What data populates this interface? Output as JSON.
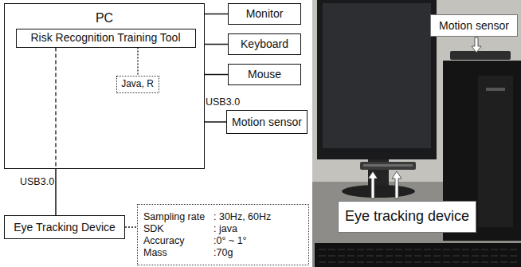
{
  "diagram": {
    "nodes": [
      {
        "text": [
          "PC"
        ]
      },
      {
        "text": [
          "Risk Recognition Training Tool"
        ],
        "in": 0
      },
      {
        "text": [
          "Java, R"
        ],
        "in": 0
      },
      {
        "text": [
          "Monitor"
        ]
      },
      {
        "text": [
          "Keyboard"
        ]
      },
      {
        "text": [
          "Mouse"
        ]
      },
      {
        "text": [
          "Motion sensor"
        ]
      },
      {
        "text": [
          "Eye Tracking Device"
        ]
      },
      {
        "text": [
          "Sampling rate",
          ": 30Hz, 60Hz",
          "SDK",
          ": java",
          "Accuracy",
          ":0° ~ 1°",
          "Mass",
          ":70g"
        ]
      },
      {
        "text": [
          "Motion sensor"
        ]
      },
      {
        "text": [
          "Eye tracking device"
        ]
      }
    ],
    "edges": [
      {
        "from": 0,
        "to": 3,
        "arrow": "none"
      },
      {
        "from": 0,
        "to": 4,
        "arrow": "none"
      },
      {
        "from": 0,
        "to": 5,
        "arrow": "none"
      },
      {
        "from": 0,
        "to": 6,
        "label": "USB3.0",
        "arrow": "none"
      },
      {
        "from": 1,
        "to": 2,
        "arrow": "none"
      },
      {
        "from": 1,
        "to": 7,
        "label": "USB3.0",
        "arrow": "none"
      },
      {
        "from": 7,
        "to": 8,
        "arrow": "none"
      }
    ]
  }
}
